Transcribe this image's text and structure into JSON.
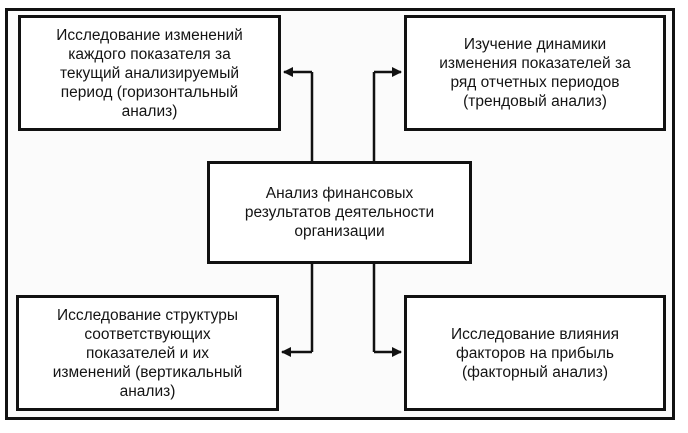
{
  "diagram": {
    "center": {
      "label": "Анализ финансовых\nрезультатов деятельности\nорганизации"
    },
    "top_left": {
      "label": "Исследование изменений\nкаждого показателя за\nтекущий анализируемый\nпериод (горизонтальный\nанализ)"
    },
    "top_right": {
      "label": "Изучение динамики\nизменения показателей за\nряд отчетных периодов\n(трендовый анализ)"
    },
    "bottom_left": {
      "label": "Исследование структуры\nсоответствующих\nпоказателей и их\nизменений (вертикальный\nанализ)"
    },
    "bottom_right": {
      "label": "Исследование влияния\nфакторов на прибыль\n(факторный анализ)"
    }
  }
}
